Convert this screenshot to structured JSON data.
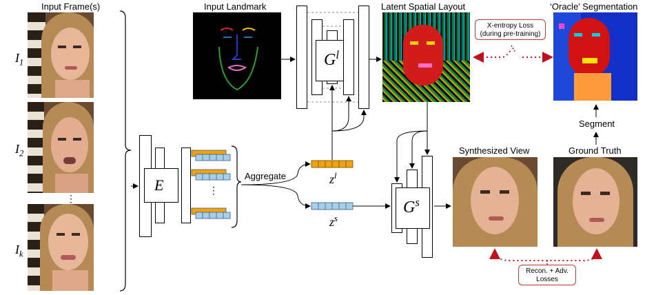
{
  "labels": {
    "input_frames": "Input Frame(s)",
    "input_landmark": "Input Landmark",
    "latent_spatial_layout": "Latent Spatial Layout",
    "oracle_segmentation": "‘Oracle’ Segmentation",
    "synthesized_view": "Synthesized View",
    "ground_truth": "Ground Truth",
    "aggregate": "Aggregate",
    "segment": "Segment",
    "ellipsis": "⋮",
    "dots_between_frames": "⋮"
  },
  "frames": [
    {
      "base": "I",
      "sub": "1"
    },
    {
      "base": "I",
      "sub": "2"
    },
    {
      "base": "I",
      "sub": "k"
    }
  ],
  "symbols": {
    "encoder": "E",
    "gen_layout_base": "G",
    "gen_layout_sup": "l",
    "gen_synth_base": "G",
    "gen_synth_sup": "s",
    "z_layout_base": "z",
    "z_layout_sup": "l",
    "z_style_base": "z",
    "z_style_sup": "s"
  },
  "callouts": {
    "xentropy_line1": "X-entropy Loss",
    "xentropy_line2": "(during pre-training)",
    "recon_line1": "Recon. + Adv.",
    "recon_line2": "Losses"
  },
  "colors": {
    "z_layout": "#f0a30a",
    "z_style": "#a8cfe8",
    "loss_arrow": "#c0121e"
  }
}
